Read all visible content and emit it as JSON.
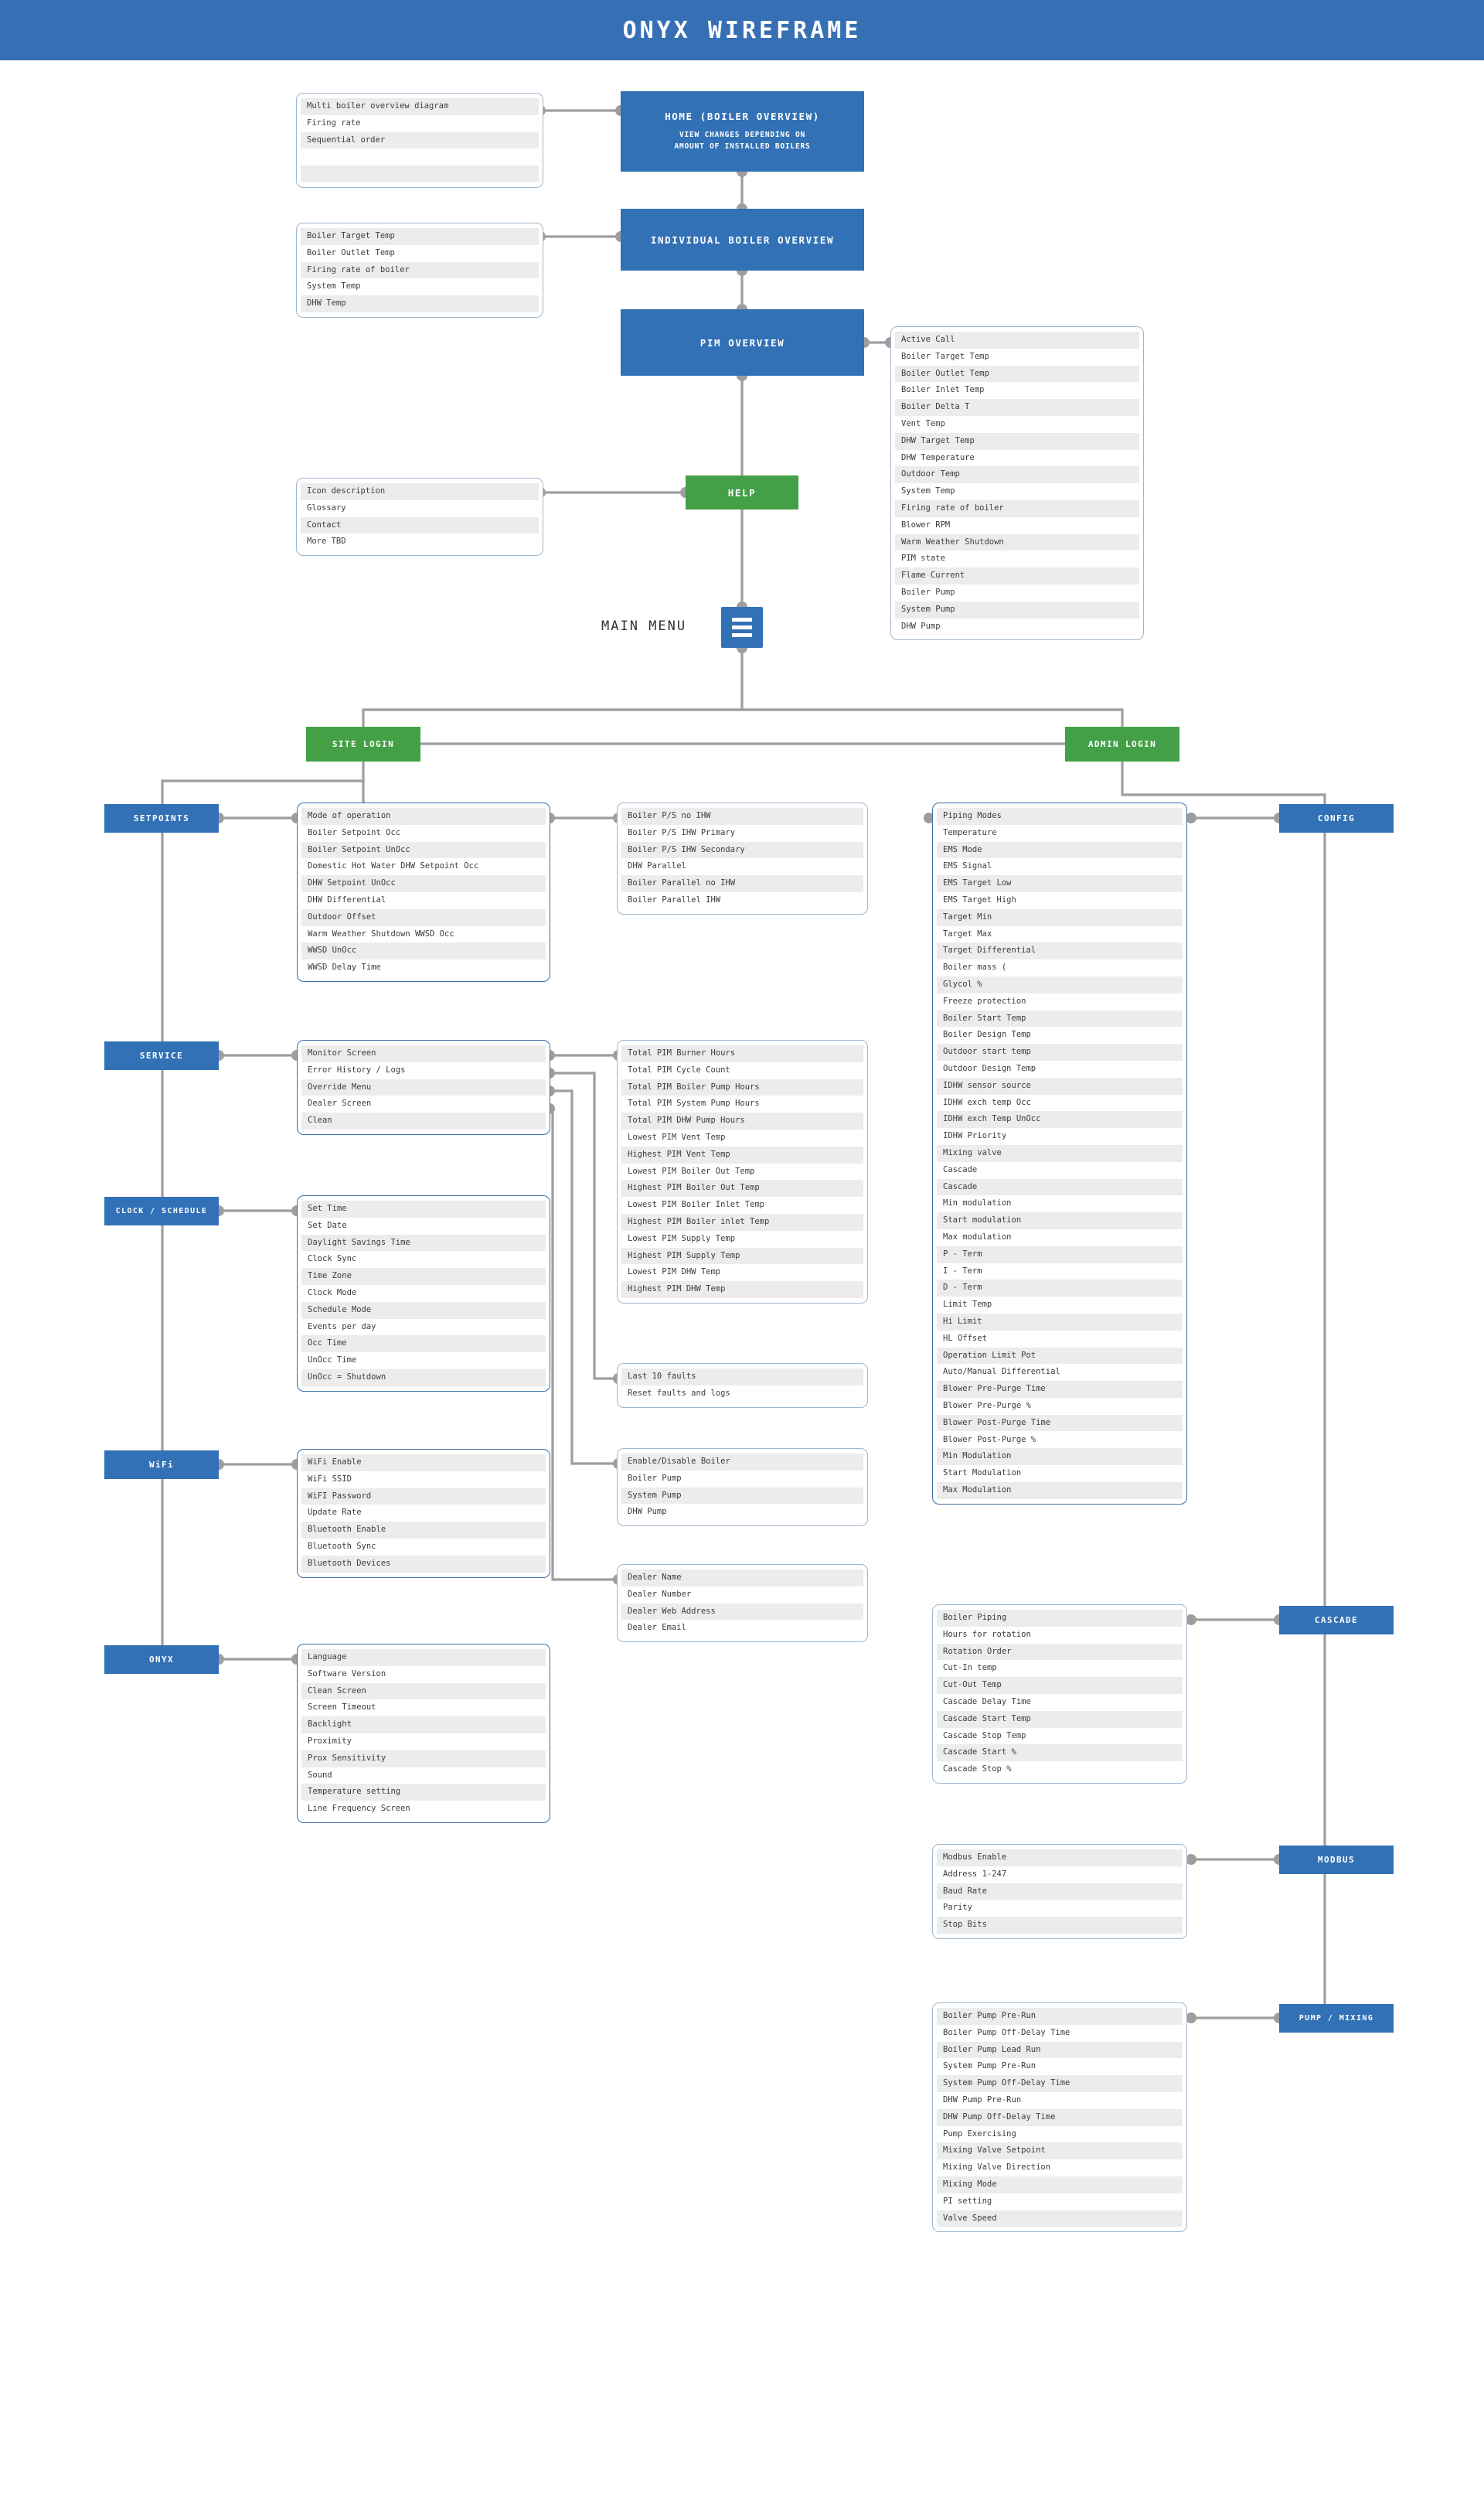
{
  "header": {
    "title": "ONYX WIREFRAME"
  },
  "nodes": {
    "home": {
      "label": "HOME (BOILER OVERVIEW)",
      "sub1": "VIEW CHANGES DEPENDING ON",
      "sub2": "AMOUNT OF INSTALLED BOILERS"
    },
    "individual": {
      "label": "INDIVIDUAL BOILER OVERVIEW"
    },
    "pim": {
      "label": "PIM OVERVIEW"
    },
    "help": {
      "label": "HELP"
    },
    "main_menu": {
      "label": "MAIN MENU",
      "icon": "hamburger-menu-icon"
    },
    "site_login": {
      "label": "SITE LOGIN"
    },
    "admin_login": {
      "label": "ADMIN LOGIN"
    },
    "setpoints": {
      "label": "SETPOINTS"
    },
    "service": {
      "label": "SERVICE"
    },
    "clock_schedule": {
      "label": "CLOCK / SCHEDULE"
    },
    "wifi": {
      "label": "WiFi"
    },
    "onyx": {
      "label": "ONYX"
    },
    "config": {
      "label": "CONFIG"
    },
    "cascade": {
      "label": "CASCADE"
    },
    "modbus": {
      "label": "MODBUS"
    },
    "pump_mixing": {
      "label": "PUMP / MIXING"
    }
  },
  "panels": {
    "home_list": {
      "name": "home-overview-list",
      "items": [
        "Multi boiler overview diagram",
        "Firing rate",
        "Sequential order",
        "",
        ""
      ]
    },
    "individual_list": {
      "name": "individual-boiler-list",
      "items": [
        "Boiler Target Temp",
        "Boiler Outlet Temp",
        "Firing rate of boiler",
        "System Temp",
        "DHW Temp"
      ]
    },
    "help_list": {
      "name": "help-list",
      "items": [
        "Icon description",
        "Glossary",
        "Contact",
        "More TBD"
      ]
    },
    "pim_list": {
      "name": "pim-overview-list",
      "items": [
        "Active Call",
        "Boiler Target Temp",
        "Boiler Outlet Temp",
        "Boiler Inlet Temp",
        "Boiler Delta T",
        "Vent Temp",
        "DHW Target Temp",
        "DHW Temperature",
        "Outdoor Temp",
        "System Temp",
        "Firing rate of boiler",
        "Blower RPM",
        "Warm Weather Shutdown",
        "PIM state",
        "Flame Current",
        "Boiler Pump",
        "System Pump",
        "DHW Pump"
      ]
    },
    "setpoints_list": {
      "name": "setpoints-list",
      "items": [
        "Mode of operation",
        "Boiler Setpoint Occ",
        "Boiler Setpoint UnOcc",
        "Domestic Hot Water DHW Setpoint Occ",
        "DHW Setpoint UnOcc",
        "DHW Differential",
        "Outdoor Offset",
        "Warm Weather Shutdown WWSD Occ",
        "WWSD UnOcc",
        "WWSD Delay Time"
      ]
    },
    "piping_modes_list": {
      "name": "boiler-piping-modes-list",
      "items": [
        "Boiler P/S no IHW",
        "Boiler P/S IHW Primary",
        "Boiler P/S IHW Secondary",
        "DHW Parallel",
        "Boiler Parallel no IHW",
        "Boiler Parallel IHW"
      ]
    },
    "config_list": {
      "name": "config-list",
      "items": [
        "Piping Modes",
        "Temperature",
        "EMS Mode",
        "EMS Signal",
        "EMS Target Low",
        "EMS Target High",
        "Target Min",
        "Target Max",
        "Target Differential",
        "Boiler mass (",
        "Glycol %",
        "Freeze protection",
        "Boiler Start Temp",
        "Boiler Design Temp",
        "Outdoor start temp",
        "Outdoor Design Temp",
        "IDHW sensor source",
        "IDHW exch temp Occ",
        "IDHW exch Temp UnOcc",
        "IDHW Priority",
        "Mixing valve",
        "Cascade",
        "Cascade",
        "Min modulation",
        "Start modulation",
        "Max modulation",
        "P - Term",
        "I - Term",
        "D - Term",
        "Limit Temp",
        "Hi Limit",
        "HL Offset",
        "Operation Limit Pot",
        "Auto/Manual Differential",
        "Blower Pre-Purge Time",
        "Blower Pre-Purge %",
        "Blower Post-Purge Time",
        "Blower Post-Purge %",
        "Min Modulation",
        "Start Modulation",
        "Max Modulation"
      ]
    },
    "service_list": {
      "name": "service-list",
      "items": [
        "Monitor Screen",
        "Error History / Logs",
        "Override Menu",
        "Dealer Screen",
        "Clean"
      ]
    },
    "monitor_list": {
      "name": "pim-monitor-list",
      "items": [
        "Total PIM Burner Hours",
        "Total PIM Cycle Count",
        "Total PIM Boiler Pump Hours",
        "Total PIM System Pump Hours",
        "Total PIM DHW Pump Hours",
        "Lowest PIM Vent Temp",
        "Highest PIM Vent Temp",
        "Lowest PIM Boiler Out Temp",
        "Highest PIM Boiler Out Temp",
        "Lowest PIM Boiler Inlet Temp",
        "Highest PIM Boiler inlet Temp",
        "Lowest PIM Supply Temp",
        "Highest PIM Supply Temp",
        "Lowest PIM DHW Temp",
        "Highest PIM DHW Temp"
      ]
    },
    "faults_list": {
      "name": "error-history-list",
      "items": [
        "Last 10 faults",
        "Reset faults and logs"
      ]
    },
    "override_list": {
      "name": "override-menu-list",
      "items": [
        "Enable/Disable Boiler",
        "Boiler Pump",
        "System Pump",
        "DHW Pump"
      ]
    },
    "dealer_list": {
      "name": "dealer-screen-list",
      "items": [
        "Dealer Name",
        "Dealer Number",
        "Dealer Web Address",
        "Dealer Email"
      ]
    },
    "clock_list": {
      "name": "clock-schedule-list",
      "items": [
        "Set Time",
        "Set Date",
        "Daylight Savings Time",
        "Clock Sync",
        "Time Zone",
        "Clock Mode",
        "Schedule Mode",
        "Events per day",
        "Occ Time",
        "UnOcc Time",
        "UnOcc = Shutdown"
      ]
    },
    "wifi_list": {
      "name": "wifi-list",
      "items": [
        "WiFi Enable",
        "WiFi SSID",
        "WiFI Password",
        "Update Rate",
        "Bluetooth Enable",
        "Bluetooth Sync",
        "Bluetooth Devices"
      ]
    },
    "onyx_list": {
      "name": "onyx-settings-list",
      "items": [
        "Language",
        "Software Version",
        "Clean Screen",
        "Screen Timeout",
        "Backlight",
        "Proximity",
        "Prox Sensitivity",
        "Sound",
        "Temperature setting",
        "Line Frequency Screen"
      ]
    },
    "cascade_list": {
      "name": "cascade-list",
      "items": [
        "Boiler Piping",
        "Hours for rotation",
        "Rotation Order",
        "Cut-In temp",
        "Cut-Out Temp",
        "Cascade Delay Time",
        "Cascade Start Temp",
        "Cascade Stop Temp",
        "Cascade Start %",
        "Cascade Stop %"
      ]
    },
    "modbus_list": {
      "name": "modbus-list",
      "items": [
        "Modbus Enable",
        "Address 1-247",
        "Baud Rate",
        "Parity",
        "Stop Bits"
      ]
    },
    "pump_list": {
      "name": "pump-mixing-list",
      "items": [
        "Boiler Pump Pre-Run",
        "Boiler Pump Off-Delay Time",
        "Boiler Pump Lead Run",
        "System Pump Pre-Run",
        "System Pump Off-Delay Time",
        "DHW Pump Pre-Run",
        "DHW Pump Off-Delay Time",
        "Pump Exercising",
        "Mixing Valve Setpoint",
        "Mixing Valve Direction",
        "Mixing Mode",
        "PI setting",
        "Valve Speed"
      ]
    }
  },
  "colors": {
    "header_blue": "#366fb3",
    "node_blue": "#3271b5",
    "node_green": "#43a047",
    "wire_gray": "#9e9e9e",
    "panel_border": "#3a6fa8",
    "row_alt": "#ececec"
  }
}
